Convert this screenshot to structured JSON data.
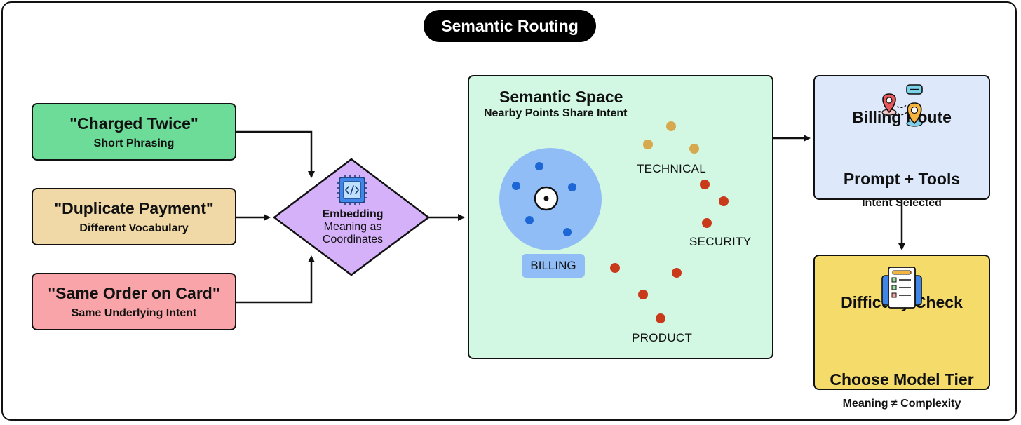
{
  "title": "Semantic Routing",
  "inputs": [
    {
      "phrase": "\"Charged Twice\"",
      "note": "Short Phrasing",
      "color": "#6cdc98"
    },
    {
      "phrase": "\"Duplicate Payment\"",
      "note": "Different Vocabulary",
      "color": "#f0d9a6"
    },
    {
      "phrase": "\"Same Order on Card\"",
      "note": "Same Underlying Intent",
      "color": "#f8a4a8"
    }
  ],
  "embedding": {
    "label": "Embedding",
    "line1": "Meaning as",
    "line2": "Coordinates",
    "color": "#d5b1f9",
    "icon": "chip-code-icon"
  },
  "space": {
    "title": "Semantic Space",
    "subtitle": "Nearby Points Share Intent",
    "clusters": {
      "billing": "BILLING",
      "technical": "TECHNICAL",
      "security": "SECURITY",
      "product": "PRODUCT"
    },
    "colors": {
      "billing_area": "#91bdf6",
      "billing_point": "#1c66d6",
      "technical_point": "#d6a94e",
      "security_point": "#c93a1a",
      "product_point": "#c93a1a"
    }
  },
  "route": {
    "line1": "Billing Route",
    "line2": "Prompt + Tools",
    "note": "Intent Selected",
    "icon": "route-pins-icon"
  },
  "difficulty": {
    "line1": "Difficulty Check",
    "line2": "Choose Model Tier",
    "note": "Meaning ≠ Complexity",
    "icon": "checklist-icon"
  }
}
